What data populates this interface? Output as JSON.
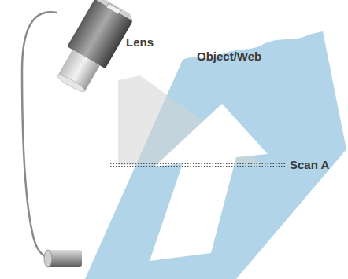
{
  "diagram": {
    "labels": [
      "Lens",
      "Object/Web",
      "Scan A"
    ]
  }
}
